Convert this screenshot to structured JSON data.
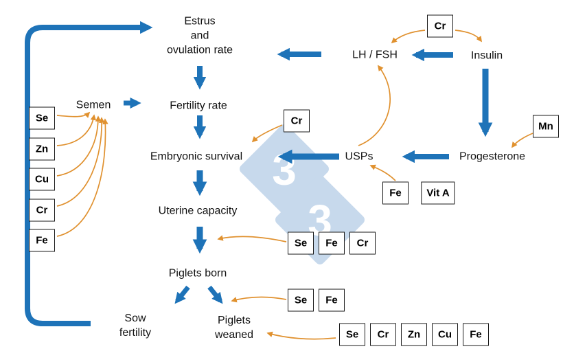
{
  "colors": {
    "arrow_blue": "#1e73b8",
    "arrow_orange": "#e0912f",
    "watermark": "#c7d9ec"
  },
  "watermark_digit": "3",
  "labels": {
    "estrus": "Estrus\nand\novulation rate",
    "fertility_rate": "Fertility rate",
    "embryonic_survival": "Embryonic survival",
    "uterine_capacity": "Uterine capacity",
    "piglets_born": "Piglets born",
    "sow_fertility": "Sow\nfertility",
    "piglets_weaned": "Piglets\nweaned",
    "semen": "Semen",
    "lh_fsh": "LH / FSH",
    "insulin": "Insulin",
    "progesterone": "Progesterone",
    "usps": "USPs"
  },
  "mineral_boxes": {
    "cr_top": "Cr",
    "mn": "Mn",
    "cr_embryonic": "Cr",
    "fe_usps": "Fe",
    "vit_a_usps": "Vit A",
    "semen_list": [
      "Se",
      "Zn",
      "Cu",
      "Cr",
      "Fe"
    ],
    "uterine_list": [
      "Se",
      "Fe",
      "Cr"
    ],
    "born_list": [
      "Se",
      "Fe"
    ],
    "weaned_list": [
      "Se",
      "Cr",
      "Zn",
      "Cu",
      "Fe"
    ]
  }
}
